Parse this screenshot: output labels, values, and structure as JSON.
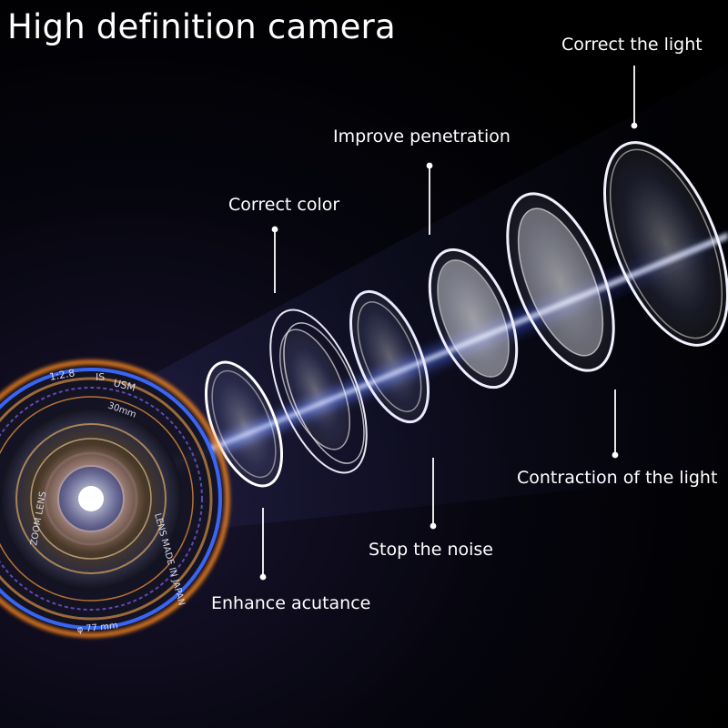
{
  "title": "High definition camera",
  "labels": {
    "correct_the_light": "Correct the light",
    "improve_penetration": "Improve penetration",
    "correct_color": "Correct color",
    "contraction_of_the_light": "Contraction of the light",
    "stop_the_noise": "Stop the noise",
    "enhance_acutance": "Enhance acutance"
  },
  "lens_markings": {
    "aperture": "1:2.8",
    "is": "IS",
    "usm": "USM",
    "focal": "30mm",
    "zoom_lens": "ZOOM LENS",
    "made_in": "LENS MADE IN JAPAN",
    "diameter": "φ 77 mm"
  },
  "colors": {
    "beam": "#4a6bff",
    "glow": "#ffffff",
    "ring_orange": "#ff8a1a",
    "ring_blue": "#2f7bff"
  }
}
